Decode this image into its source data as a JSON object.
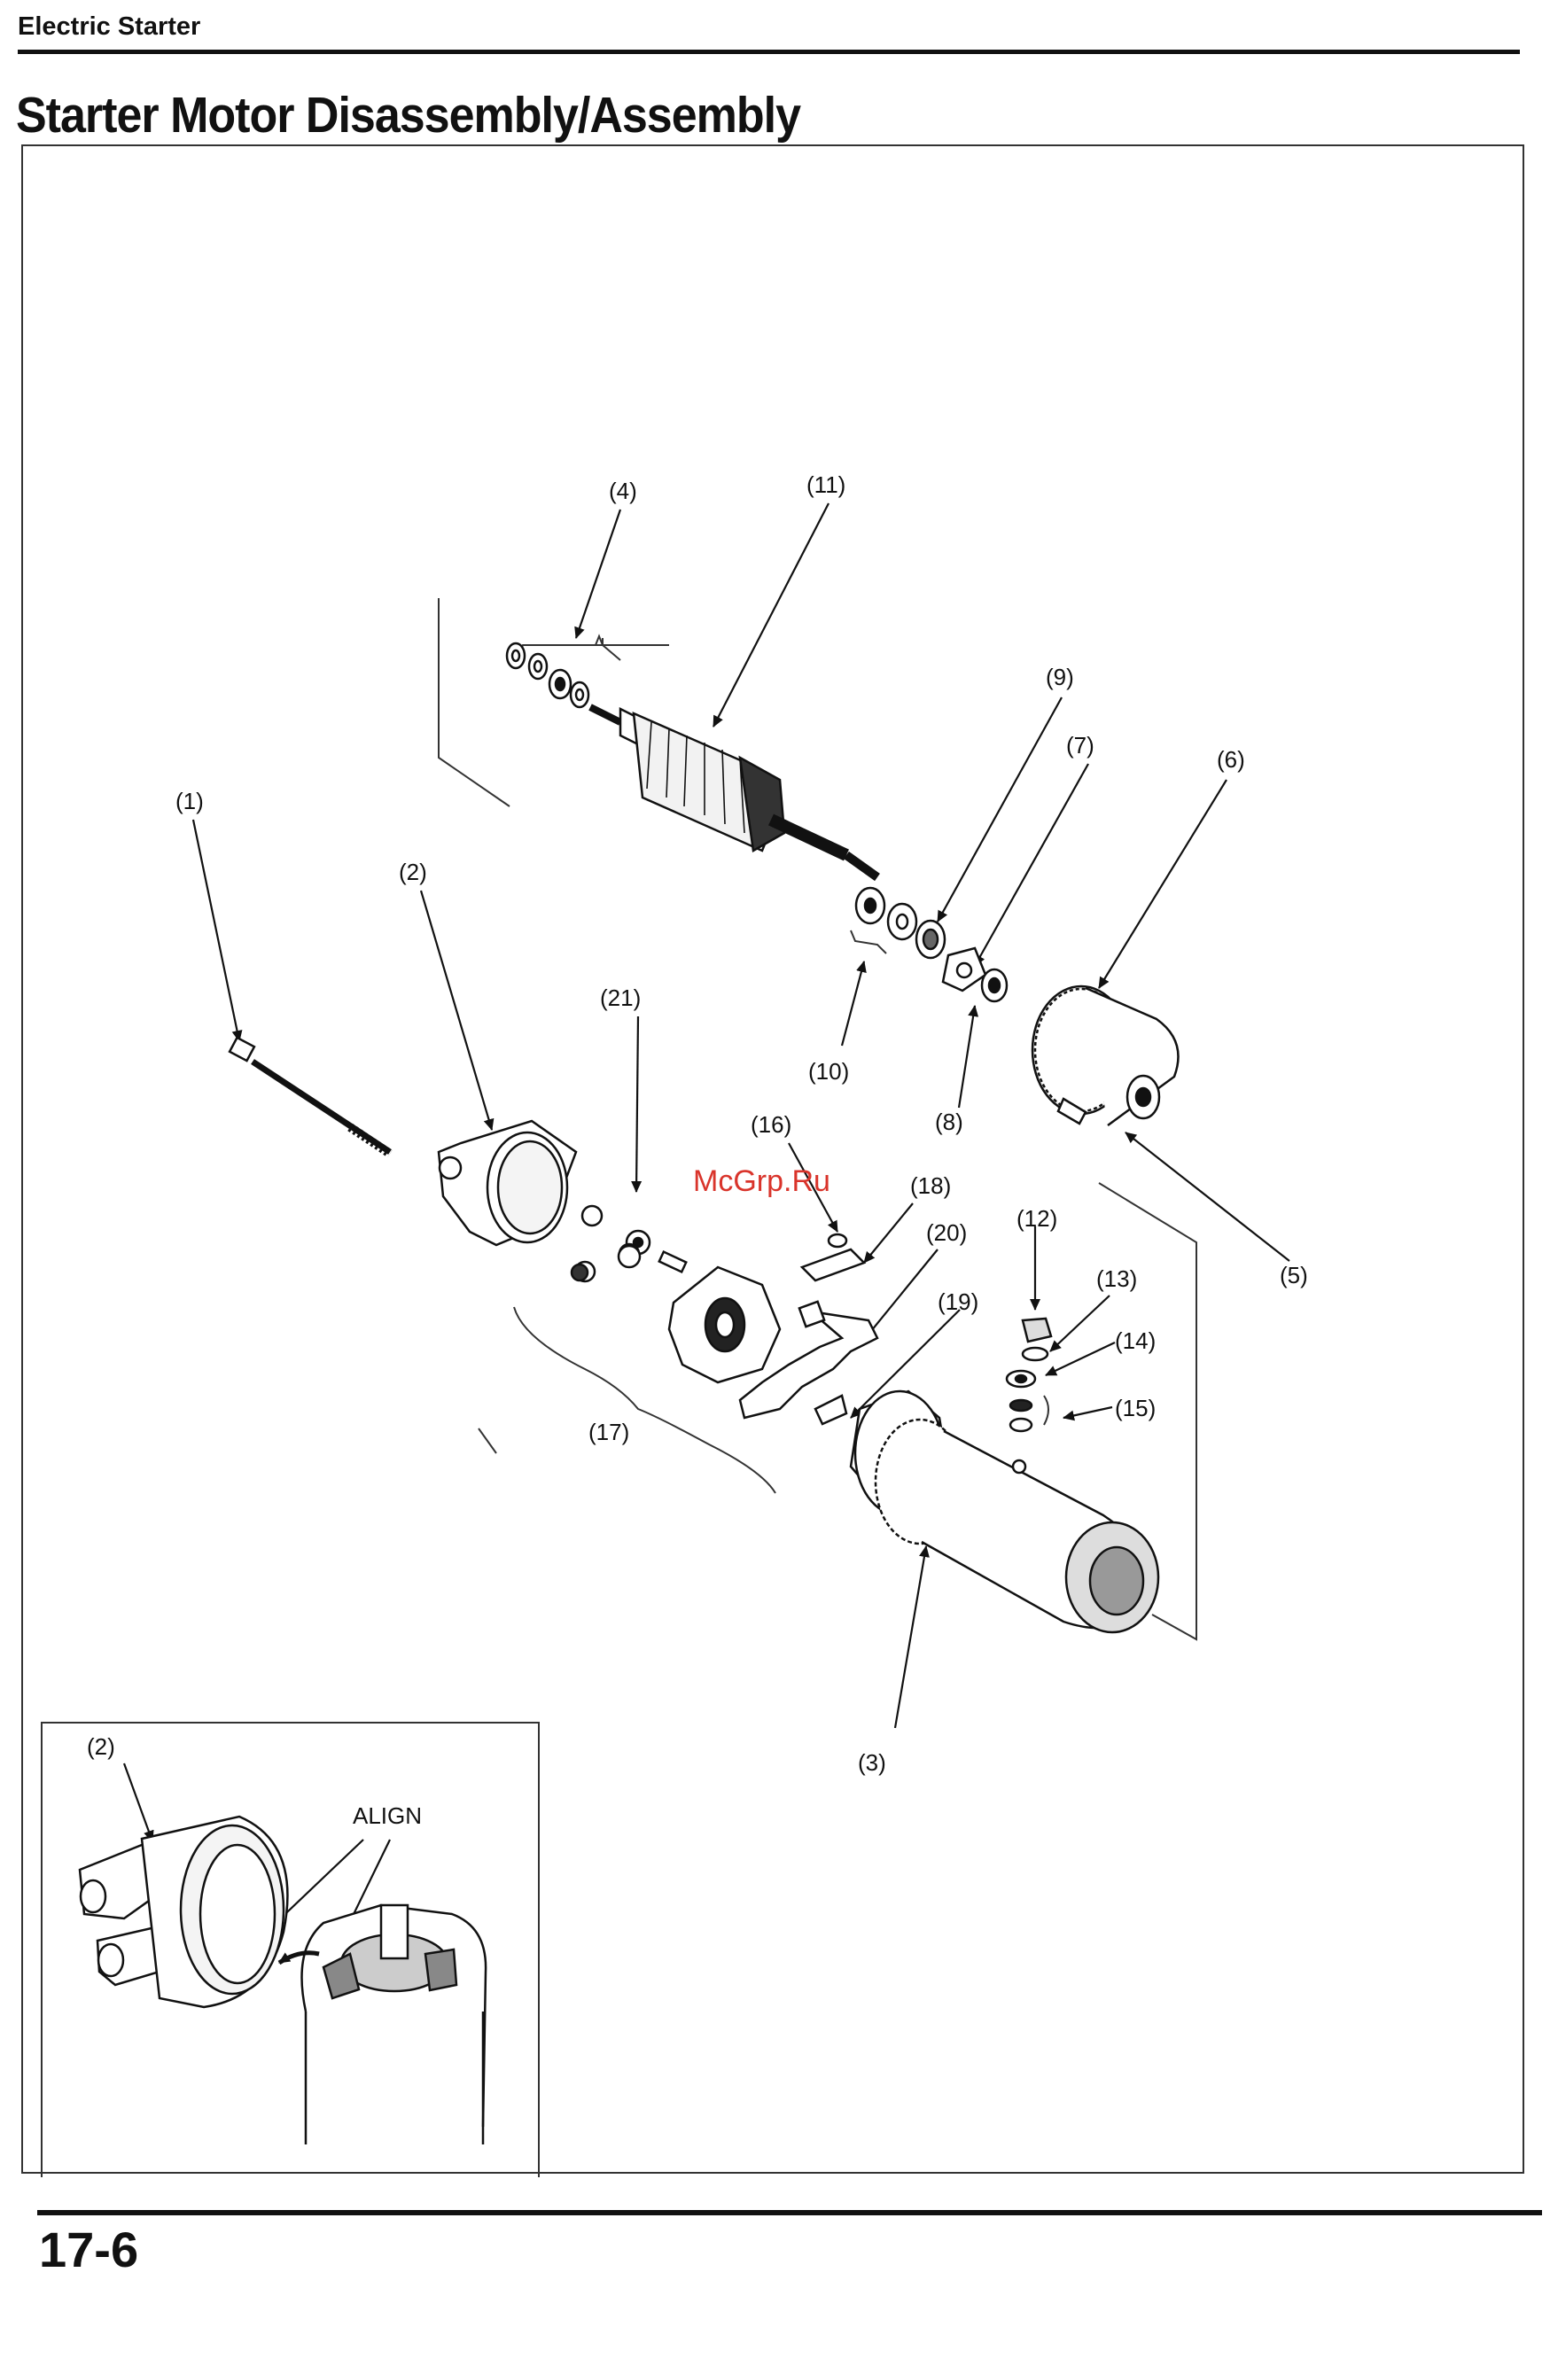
{
  "section_header": "Electric Starter",
  "page_title": "Starter Motor Disassembly/Assembly",
  "watermark": "McGrp.Ru",
  "callouts": {
    "c1": "(1)",
    "c2": "(2)",
    "c3": "(3)",
    "c4": "(4)",
    "c5": "(5)",
    "c6": "(6)",
    "c7": "(7)",
    "c8": "(8)",
    "c9": "(9)",
    "c10": "(10)",
    "c11": "(11)",
    "c12": "(12)",
    "c13": "(13)",
    "c14": "(14)",
    "c15": "(15)",
    "c16": "(16)",
    "c17": "(17)",
    "c18": "(18)",
    "c19": "(19)",
    "c20": "(20)",
    "c21": "(21)"
  },
  "inset": {
    "label": "(2)",
    "align_label": "ALIGN"
  },
  "page_number": "17-6"
}
